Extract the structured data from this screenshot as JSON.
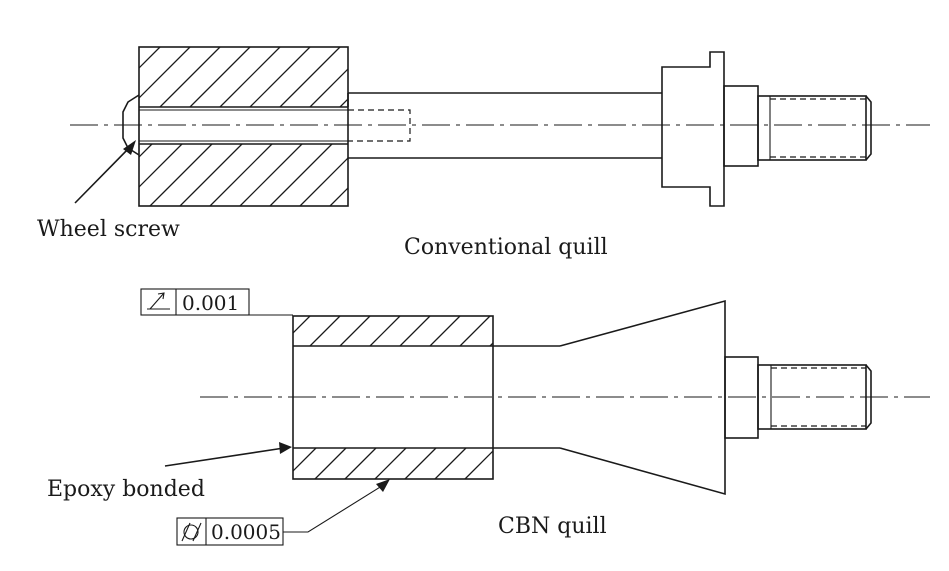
{
  "labels": {
    "wheel_screw": "Wheel screw",
    "conventional_quill": "Conventional quill",
    "epoxy_bonded": "Epoxy bonded",
    "cbn_quill": "CBN quill"
  },
  "tolerances": {
    "runout": {
      "symbol": "circular-runout-icon",
      "value": "0.001"
    },
    "cylindricity": {
      "symbol": "cylindricity-icon",
      "value": "0.0005"
    }
  }
}
